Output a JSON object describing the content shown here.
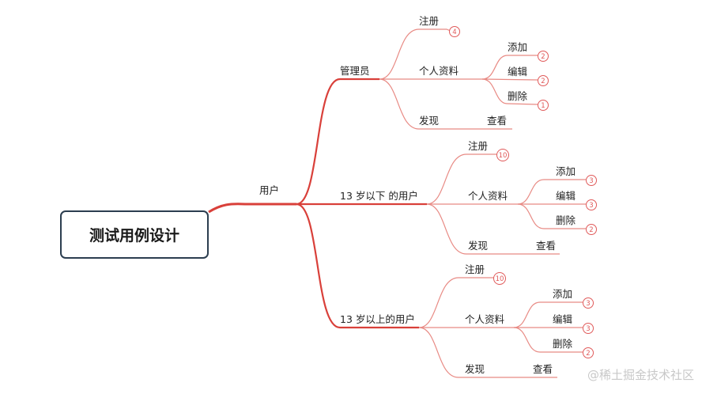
{
  "root": "测试用例设计",
  "level1": "用户",
  "groups": [
    {
      "name": "管理员",
      "zhuce": "注册",
      "zhuce_count": "4",
      "ziliao": "个人资料",
      "add": "添加",
      "add_count": "2",
      "edit": "编辑",
      "edit_count": "2",
      "del": "删除",
      "del_count": "1",
      "faxian": "发现",
      "chakan": "查看"
    },
    {
      "name": "13 岁以下 的用户",
      "zhuce": "注册",
      "zhuce_count": "10",
      "ziliao": "个人资料",
      "add": "添加",
      "add_count": "3",
      "edit": "编辑",
      "edit_count": "3",
      "del": "删除",
      "del_count": "2",
      "faxian": "发现",
      "chakan": "查看"
    },
    {
      "name": "13 岁以上的用户",
      "zhuce": "注册",
      "zhuce_count": "10",
      "ziliao": "个人资料",
      "add": "添加",
      "add_count": "3",
      "edit": "编辑",
      "edit_count": "3",
      "del": "删除",
      "del_count": "2",
      "faxian": "发现",
      "chakan": "查看"
    }
  ],
  "watermark": "@稀土掘金技术社区",
  "colors": {
    "line_strong": "#d9403a",
    "line_light": "#e88a84",
    "badge": "#e05a5a",
    "root_border": "#2c3e50"
  }
}
